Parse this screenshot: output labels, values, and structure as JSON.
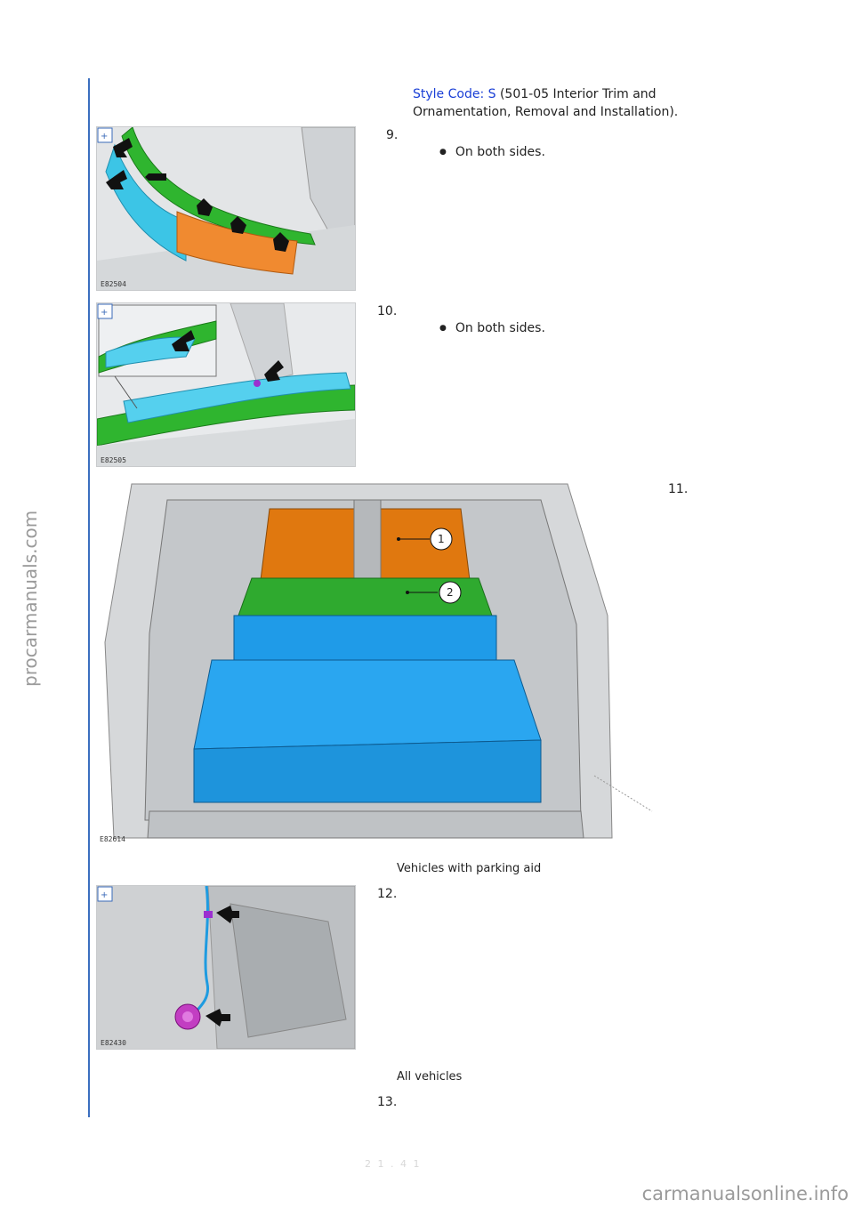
{
  "intro": {
    "link_text": "Style Code: S",
    "ref_text_line1": " (501-05 Interior Trim and",
    "ref_text_line2": "Ornamentation, Removal and Installation)."
  },
  "steps": [
    {
      "number": "9.",
      "bullet": "On both sides.",
      "figure_code": "E82504"
    },
    {
      "number": "10.",
      "bullet": "On both sides.",
      "figure_code": "E82505"
    },
    {
      "number": "11.",
      "figure_code": "E82614",
      "callouts": [
        "1",
        "2"
      ]
    },
    {
      "number": "12.",
      "figure_code": "E82430"
    },
    {
      "number": "13."
    }
  ],
  "sections": {
    "parking_aid": "Vehicles with parking aid",
    "all_vehicles": "All vehicles"
  },
  "watermarks": {
    "side": "procarmanuals.com",
    "bottom": "carmanualsonline.info"
  },
  "footer_faint": "2 1 . 4 1"
}
